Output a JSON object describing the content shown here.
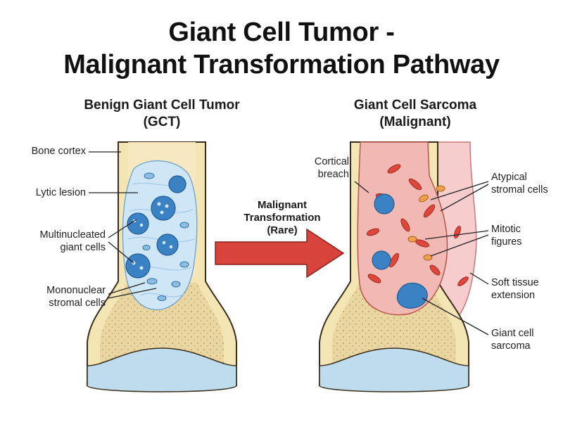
{
  "title": {
    "line1": "Giant Cell Tumor -",
    "line2": "Malignant Transformation Pathway"
  },
  "left_panel": {
    "heading_line1": "Benign Giant Cell Tumor",
    "heading_line2": "(GCT)",
    "labels": {
      "bone_cortex": "Bone cortex",
      "lytic_lesion": "Lytic lesion",
      "multinucleated_1": "Multinucleated",
      "multinucleated_2": "giant cells",
      "mononuclear_1": "Mononuclear",
      "mononuclear_2": "stromal cells"
    }
  },
  "transition": {
    "line1": "Malignant",
    "line2": "Transformation",
    "line3": "(Rare)"
  },
  "right_panel": {
    "heading_line1": "Giant Cell Sarcoma",
    "heading_line2": "(Malignant)",
    "labels": {
      "cortical_1": "Cortical",
      "cortical_2": "breach",
      "atypical_1": "Atypical",
      "atypical_2": "stromal cells",
      "mitotic_1": "Mitotic",
      "mitotic_2": "figures",
      "soft_1": "Soft tissue",
      "soft_2": "extension",
      "gcs_1": "Giant cell",
      "gcs_2": "sarcoma"
    }
  },
  "colors": {
    "bone": "#f4e6b4",
    "bone_outline": "#3a2e1a",
    "cancellous": "#ead6a2",
    "cartilage": "#bfdcef",
    "benign_lesion": "#cfe6f6",
    "giant_cell": "#3b82c4",
    "malignant_bg": "#f2b9b4",
    "malignant_cell": "#e0473a",
    "soft_tissue": "#f6cccc",
    "arrow": "#d8433c"
  }
}
